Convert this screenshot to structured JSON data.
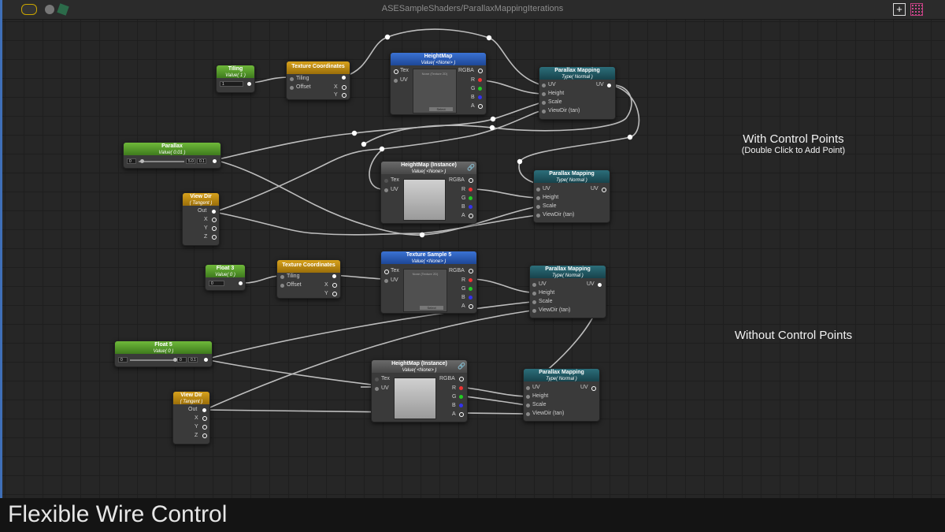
{
  "window": {
    "title": "ASESampleShaders/ParallaxMappingIterations"
  },
  "caption": "Flexible Wire Control",
  "notes": {
    "with_cp_title": "With Control Points",
    "with_cp_sub": "(Double Click to Add Point)",
    "without_cp_title": "Without Control Points"
  },
  "nodes": {
    "tiling": {
      "title": "Tiling",
      "sub": "Value( 1 )",
      "value": "1"
    },
    "texcoord1": {
      "title": "Texture Coordinates",
      "in1": "Tiling",
      "in2": "Offset",
      "out1": "X",
      "out2": "Y"
    },
    "heightmap": {
      "title": "HeightMap",
      "sub": "Value( <None> )",
      "tex": "Tex",
      "uv": "UV",
      "rgba": "RGBA",
      "r": "R",
      "g": "G",
      "b": "B",
      "a": "A",
      "tex_label": "None (Texture 2D)",
      "select": "Select"
    },
    "pm1": {
      "title": "Parallax Mapping",
      "sub": "Type( Normal )",
      "uv": "UV",
      "height": "Height",
      "scale": "Scale",
      "viewdir": "ViewDir (tan)",
      "out": "UV"
    },
    "parallax": {
      "title": "Parallax",
      "sub": "Value( 0.01 )",
      "min": "0",
      "max": "5.0",
      "val": "0.1"
    },
    "viewdir1": {
      "title": "View Dir",
      "sub": "( Tangent )",
      "out": "Out",
      "x": "X",
      "y": "Y",
      "z": "Z"
    },
    "hminst1": {
      "title": "HeightMap (Instance)",
      "sub": "Value( <None> )",
      "tex": "Tex",
      "uv": "UV",
      "rgba": "RGBA",
      "r": "R",
      "g": "G",
      "b": "B",
      "a": "A"
    },
    "pm2": {
      "title": "Parallax Mapping",
      "sub": "Type( Normal )",
      "uv": "UV",
      "height": "Height",
      "scale": "Scale",
      "viewdir": "ViewDir (tan)",
      "out": "UV"
    },
    "float3": {
      "title": "Float 3",
      "sub": "Value( 0 )",
      "value": "0"
    },
    "texcoord2": {
      "title": "Texture Coordinates",
      "in1": "Tiling",
      "in2": "Offset",
      "out1": "X",
      "out2": "Y"
    },
    "texsample5": {
      "title": "Texture Sample 5",
      "sub": "Value( <None> )",
      "tex": "Tex",
      "uv": "UV",
      "rgba": "RGBA",
      "r": "R",
      "g": "G",
      "b": "B",
      "a": "A",
      "tex_label": "None (Texture 2D)",
      "select": "Select"
    },
    "pm3": {
      "title": "Parallax Mapping",
      "sub": "Type( Normal )",
      "uv": "UV",
      "height": "Height",
      "scale": "Scale",
      "viewdir": "ViewDir (tan)",
      "out": "UV"
    },
    "float5": {
      "title": "Float 5",
      "sub": "Value( 0 )",
      "min": "0",
      "max": "0",
      "val": "0.1"
    },
    "viewdir2": {
      "title": "View Dir",
      "sub": "( Tangent )",
      "out": "Out",
      "x": "X",
      "y": "Y",
      "z": "Z"
    },
    "hminst2": {
      "title": "HeightMap (Instance)",
      "sub": "Value( <None> )",
      "tex": "Tex",
      "uv": "UV",
      "rgba": "RGBA",
      "r": "R",
      "g": "G",
      "b": "B",
      "a": "A"
    },
    "pm4": {
      "title": "Parallax Mapping",
      "sub": "Type( Normal )",
      "uv": "UV",
      "height": "Height",
      "scale": "Scale",
      "viewdir": "ViewDir (tan)",
      "out": "UV"
    }
  }
}
